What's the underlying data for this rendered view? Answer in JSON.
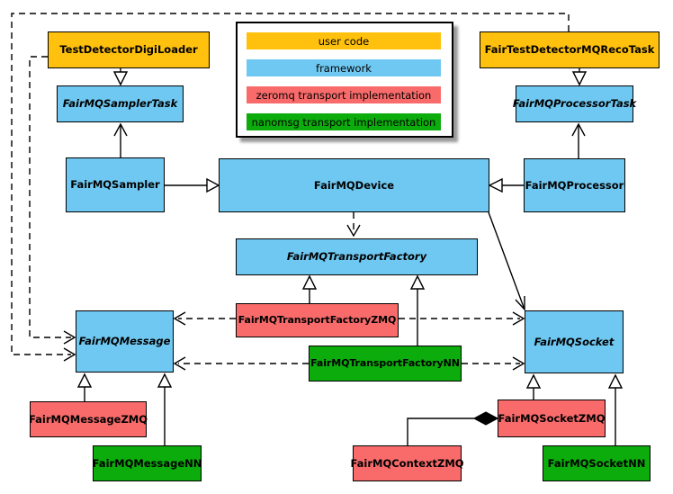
{
  "legend": {
    "items": [
      {
        "label": "user code",
        "color": "#FFC10E"
      },
      {
        "label": "framework",
        "color": "#6FC8F1"
      },
      {
        "label": "zeromq transport implementation",
        "color": "#F96B6B"
      },
      {
        "label": "nanomsg transport implementation",
        "color": "#0CAC0C"
      }
    ]
  },
  "palette": {
    "user_code": "#FFC10E",
    "framework": "#6FC8F1",
    "zeromq": "#F96B6B",
    "nanomsg": "#0CAC0C",
    "border": "#000000",
    "shadow": "#9a9a9a"
  },
  "nodes": {
    "testDetectorDigiLoader": {
      "label": "TestDetectorDigiLoader",
      "color": "#FFC10E",
      "category": "user code",
      "abstract": false
    },
    "fairTestDetectorMQRecoTask": {
      "label": "FairTestDetectorMQRecoTask",
      "color": "#FFC10E",
      "category": "user code",
      "abstract": false
    },
    "fairMQSamplerTask": {
      "label": "FairMQSamplerTask",
      "color": "#6FC8F1",
      "category": "framework",
      "abstract": true
    },
    "fairMQProcessorTask": {
      "label": "FairMQProcessorTask",
      "color": "#6FC8F1",
      "category": "framework",
      "abstract": true
    },
    "fairMQSampler": {
      "label": "FairMQSampler",
      "color": "#6FC8F1",
      "category": "framework",
      "abstract": false
    },
    "fairMQDevice": {
      "label": "FairMQDevice",
      "color": "#6FC8F1",
      "category": "framework",
      "abstract": false
    },
    "fairMQProcessor": {
      "label": "FairMQProcessor",
      "color": "#6FC8F1",
      "category": "framework",
      "abstract": false
    },
    "fairMQTransportFactory": {
      "label": "FairMQTransportFactory",
      "color": "#6FC8F1",
      "category": "framework",
      "abstract": true
    },
    "fairMQTransportFactoryZMQ": {
      "label": "FairMQTransportFactoryZMQ",
      "color": "#F96B6B",
      "category": "zeromq transport implementation",
      "abstract": false
    },
    "fairMQTransportFactoryNN": {
      "label": "FairMQTransportFactoryNN",
      "color": "#0CAC0C",
      "category": "nanomsg transport implementation",
      "abstract": false
    },
    "fairMQMessage": {
      "label": "FairMQMessage",
      "color": "#6FC8F1",
      "category": "framework",
      "abstract": true
    },
    "fairMQSocket": {
      "label": "FairMQSocket",
      "color": "#6FC8F1",
      "category": "framework",
      "abstract": true
    },
    "fairMQMessageZMQ": {
      "label": "FairMQMessageZMQ",
      "color": "#F96B6B",
      "category": "zeromq transport implementation",
      "abstract": false
    },
    "fairMQMessageNN": {
      "label": "FairMQMessageNN",
      "color": "#0CAC0C",
      "category": "nanomsg transport implementation",
      "abstract": false
    },
    "fairMQSocketZMQ": {
      "label": "FairMQSocketZMQ",
      "color": "#F96B6B",
      "category": "zeromq transport implementation",
      "abstract": false
    },
    "fairMQContextZMQ": {
      "label": "FairMQContextZMQ",
      "color": "#F96B6B",
      "category": "zeromq transport implementation",
      "abstract": false
    },
    "fairMQSocketNN": {
      "label": "FairMQSocketNN",
      "color": "#0CAC0C",
      "category": "nanomsg transport implementation",
      "abstract": false
    }
  },
  "edges": [
    {
      "from": "TestDetectorDigiLoader",
      "to": "FairMQSamplerTask",
      "type": "generalization"
    },
    {
      "from": "FairTestDetectorMQRecoTask",
      "to": "FairMQProcessorTask",
      "type": "generalization"
    },
    {
      "from": "FairMQSampler",
      "to": "FairMQSamplerTask",
      "type": "association"
    },
    {
      "from": "FairMQProcessor",
      "to": "FairMQProcessorTask",
      "type": "association"
    },
    {
      "from": "FairMQSampler",
      "to": "FairMQDevice",
      "type": "generalization"
    },
    {
      "from": "FairMQProcessor",
      "to": "FairMQDevice",
      "type": "generalization"
    },
    {
      "from": "FairMQDevice",
      "to": "FairMQTransportFactory",
      "type": "dependency"
    },
    {
      "from": "FairMQDevice",
      "to": "FairMQSocket",
      "type": "association"
    },
    {
      "from": "TestDetectorDigiLoader",
      "to": "FairMQMessage",
      "type": "dependency"
    },
    {
      "from": "FairTestDetectorMQRecoTask",
      "to": "FairMQMessage",
      "type": "dependency"
    },
    {
      "from": "FairMQTransportFactoryZMQ",
      "to": "FairMQTransportFactory",
      "type": "generalization"
    },
    {
      "from": "FairMQTransportFactoryNN",
      "to": "FairMQTransportFactory",
      "type": "generalization"
    },
    {
      "from": "FairMQTransportFactoryZMQ",
      "to": "FairMQMessage",
      "type": "dependency"
    },
    {
      "from": "FairMQTransportFactoryZMQ",
      "to": "FairMQSocket",
      "type": "dependency"
    },
    {
      "from": "FairMQTransportFactoryNN",
      "to": "FairMQMessage",
      "type": "dependency"
    },
    {
      "from": "FairMQTransportFactoryNN",
      "to": "FairMQSocket",
      "type": "dependency"
    },
    {
      "from": "FairMQMessageZMQ",
      "to": "FairMQMessage",
      "type": "generalization"
    },
    {
      "from": "FairMQMessageNN",
      "to": "FairMQMessage",
      "type": "generalization"
    },
    {
      "from": "FairMQSocketZMQ",
      "to": "FairMQSocket",
      "type": "generalization"
    },
    {
      "from": "FairMQSocketNN",
      "to": "FairMQSocket",
      "type": "generalization"
    },
    {
      "from": "FairMQContextZMQ",
      "to": "FairMQSocketZMQ",
      "type": "aggregation"
    }
  ]
}
